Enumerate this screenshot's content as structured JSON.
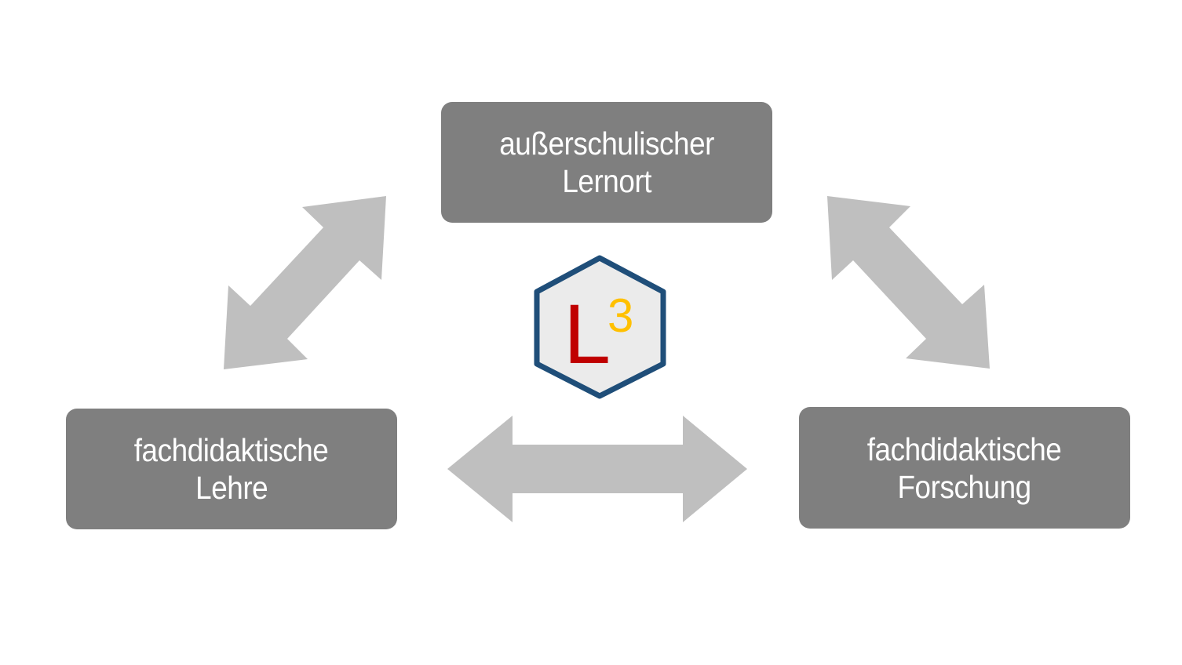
{
  "nodes": {
    "top": {
      "line1": "außerschulischer",
      "line2": "Lernort"
    },
    "left": {
      "line1": "fachdidaktische",
      "line2": "Lehre"
    },
    "right": {
      "line1": "fachdidaktische",
      "line2": "Forschung"
    }
  },
  "logo": {
    "letter": "L",
    "superscript": "3"
  },
  "colors": {
    "box": "#7f7f7f",
    "arrow": "#bfbfbf",
    "hex_border": "#1f4e79",
    "hex_fill": "#ebebeb",
    "letter": "#c00000",
    "superscript": "#ffc000"
  }
}
